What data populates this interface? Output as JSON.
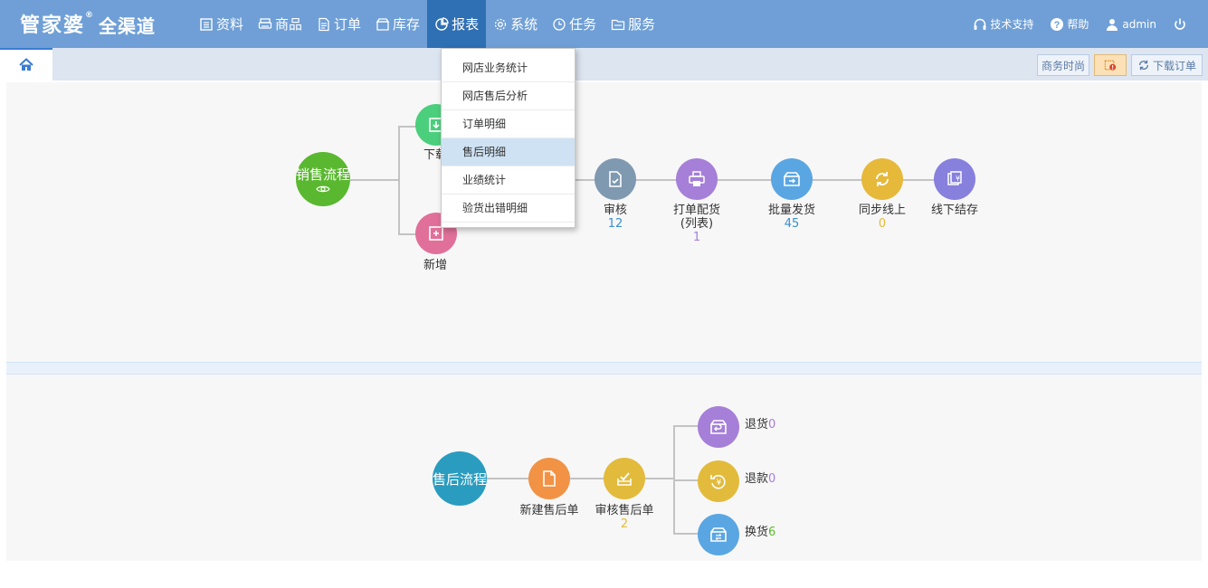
{
  "logo": {
    "brand": "管家婆",
    "mark": "®",
    "product": "全渠道"
  },
  "nav": [
    {
      "label": "资料",
      "icon": "list-icon"
    },
    {
      "label": "商品",
      "icon": "printer-icon"
    },
    {
      "label": "订单",
      "icon": "document-icon"
    },
    {
      "label": "库存",
      "icon": "box-icon"
    },
    {
      "label": "报表",
      "icon": "pie-chart-icon",
      "active": true
    },
    {
      "label": "系统",
      "icon": "gear-icon"
    },
    {
      "label": "任务",
      "icon": "clock-icon"
    },
    {
      "label": "服务",
      "icon": "folder-icon"
    }
  ],
  "tools": {
    "support": "技术支持",
    "help": "帮助",
    "user": "admin"
  },
  "tabs": {
    "shop_time": "商务时尚",
    "download_orders": "下载订单"
  },
  "report_menu": [
    "网店业务统计",
    "网店售后分析",
    "订单明细",
    "售后明细",
    "业绩统计",
    "验货出错明细"
  ],
  "report_menu_selected": "售后明细",
  "sales_flow": {
    "title": "销售流程",
    "download": "下载",
    "new": "新增",
    "steps": [
      {
        "label": "审核",
        "count": "12"
      },
      {
        "label": "打单配货",
        "sub": "(列表)",
        "count": "1"
      },
      {
        "label": "批量发货",
        "count": "45"
      },
      {
        "label": "同步线上",
        "count": "0"
      },
      {
        "label": "线下结存",
        "count": ""
      }
    ]
  },
  "aftersale_flow": {
    "title": "售后流程",
    "create": "新建售后单",
    "review": "审核售后单",
    "review_count": "2",
    "returns": {
      "label": "退货",
      "count": "0"
    },
    "refund": {
      "label": "退款",
      "count": "0"
    },
    "exchange": {
      "label": "换货",
      "count": "6"
    }
  },
  "colors": {
    "topbar": "#6f9fd6",
    "active_nav": "#2f6fb3",
    "sales_title": "#59b82f",
    "download": "#4ccf7d",
    "new": "#e0709a",
    "review": "#7f99b0",
    "print": "#a57fd8",
    "ship": "#5aa6e3",
    "sync": "#e6b93b",
    "offline": "#8780dd",
    "aftersale_title": "#2a9cbf",
    "create_aftersale": "#f19245",
    "review_aftersale": "#e2bb3c",
    "returns": "#a57fd8",
    "refund": "#e2bb3c",
    "exchange": "#5aa6e3"
  }
}
